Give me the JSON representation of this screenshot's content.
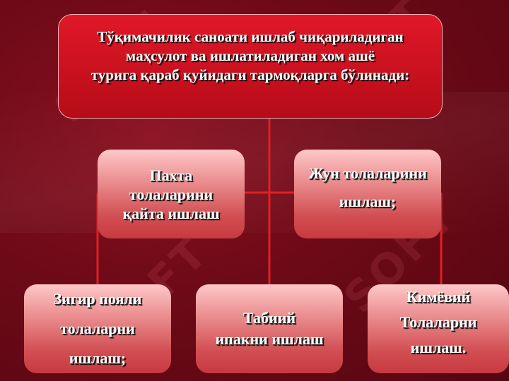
{
  "diagram": {
    "root": {
      "text": "Тўқимачилик саноати ишлаб чиқариладиган\nмаҳсулот ва ишлатиладиган хом ашё\nтурига қараб қуйидаги тармоқларга бўлинади:"
    },
    "children": [
      {
        "text": "Пахта\nтолаларини\nқайта ишлаш"
      },
      {
        "text": "Жун толаларини\nишлаш;"
      },
      {
        "text": "Зигир пояли\nтолаларни\nишлаш;"
      },
      {
        "text": "Табиий\nипакни ишлаш"
      },
      {
        "text": "Кимёвий\nТолаларни\nишлаш."
      }
    ]
  },
  "colors": {
    "background": "#6e0a17",
    "root_fill": "#d01420",
    "child_fill": "#e07a7e",
    "connector": "#e02020",
    "text": "#ffffff"
  }
}
